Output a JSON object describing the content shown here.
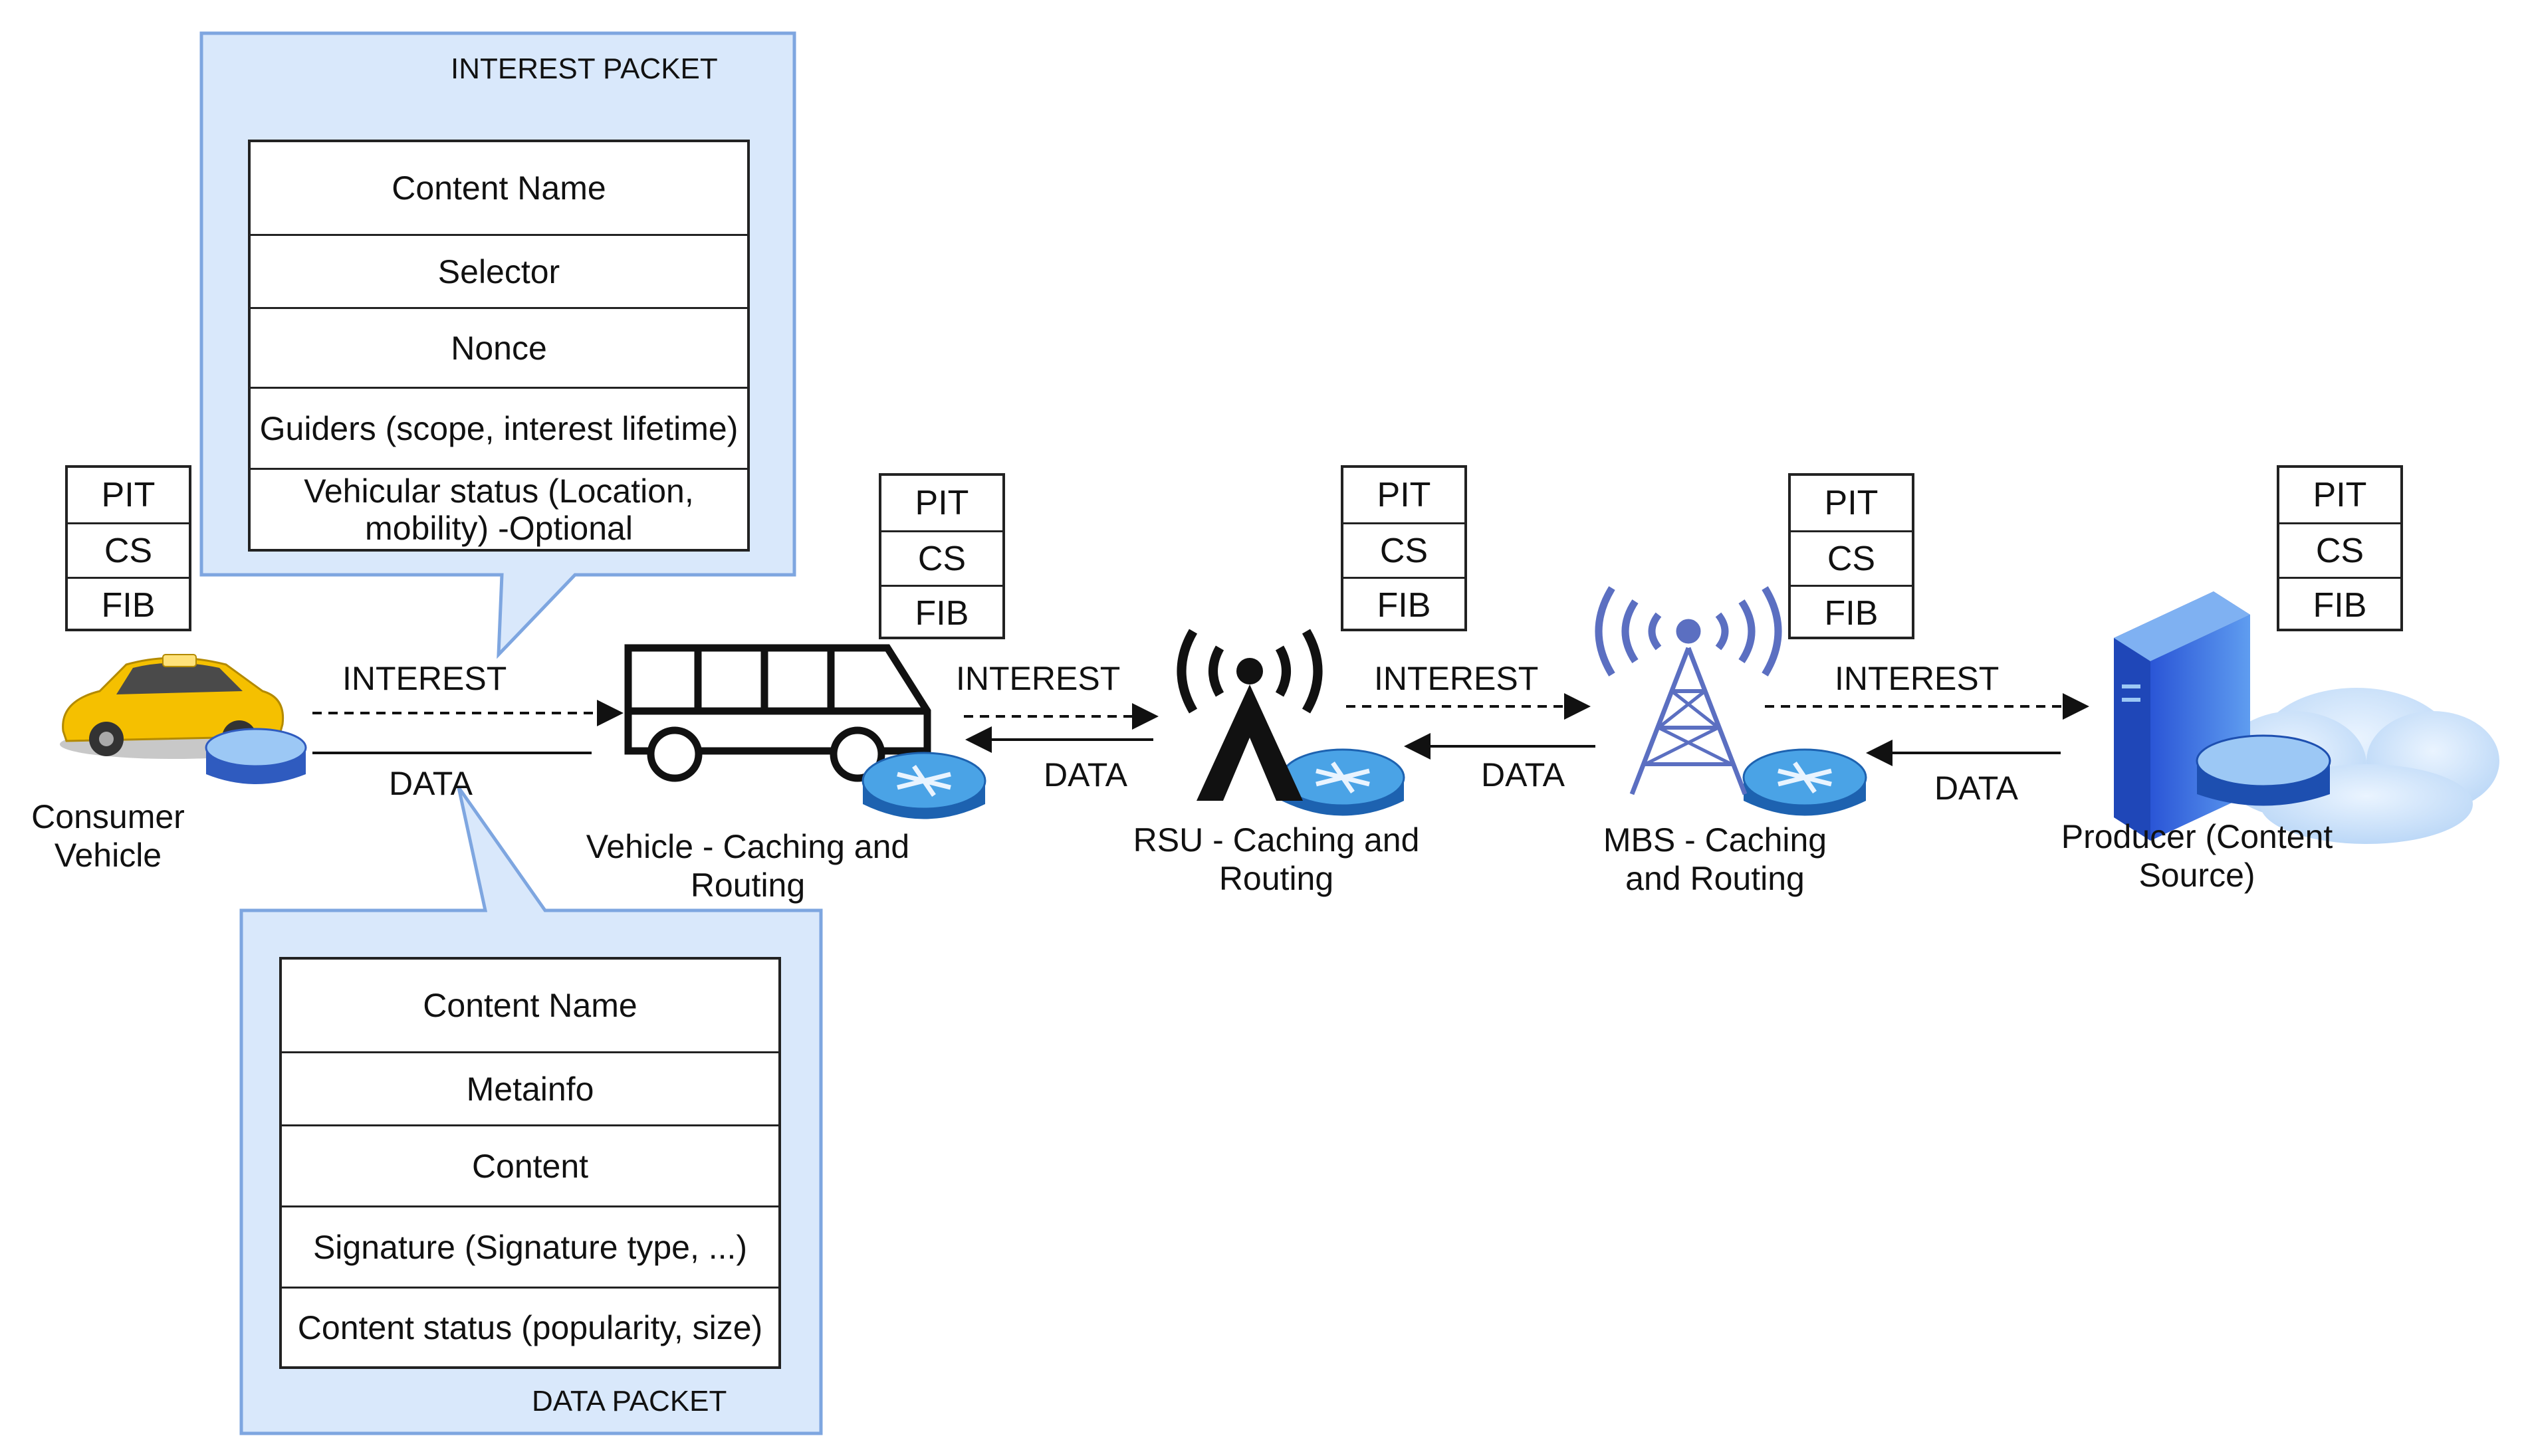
{
  "interest_packet": {
    "title": "INTEREST PACKET",
    "fields": [
      "Content Name",
      "Selector",
      "Nonce",
      "Guiders (scope, interest lifetime)",
      "Vehicular status (Location, mobility) -Optional"
    ]
  },
  "data_packet": {
    "title": "DATA PACKET",
    "fields": [
      "Content Name",
      "Metainfo",
      "Content",
      "Signature (Signature type, ...)",
      "Content status (popularity, size)"
    ]
  },
  "node_tables": [
    [
      "PIT",
      "CS",
      "FIB"
    ],
    [
      "PIT",
      "CS",
      "FIB"
    ],
    [
      "PIT",
      "CS",
      "FIB"
    ],
    [
      "PIT",
      "CS",
      "FIB"
    ],
    [
      "PIT",
      "CS",
      "FIB"
    ]
  ],
  "nodes": {
    "consumer": "Consumer Vehicle",
    "vehicle": "Vehicle - Caching and Routing",
    "rsu": "RSU - Caching and Routing",
    "mbs": "MBS - Caching and Routing",
    "producer": "Producer (Content Source)"
  },
  "links": [
    {
      "interest": "INTEREST",
      "data": "DATA"
    },
    {
      "interest": "INTEREST",
      "data": "DATA"
    },
    {
      "interest": "INTEREST",
      "data": "DATA"
    },
    {
      "interest": "INTEREST",
      "data": "DATA"
    }
  ],
  "colors": {
    "callout_fill": "#d9e8fb",
    "callout_border": "#7ea6e0",
    "router_blue": "#2f86d1",
    "taxi_yellow": "#f5c000",
    "tower_blue": "#5b6fc1"
  }
}
